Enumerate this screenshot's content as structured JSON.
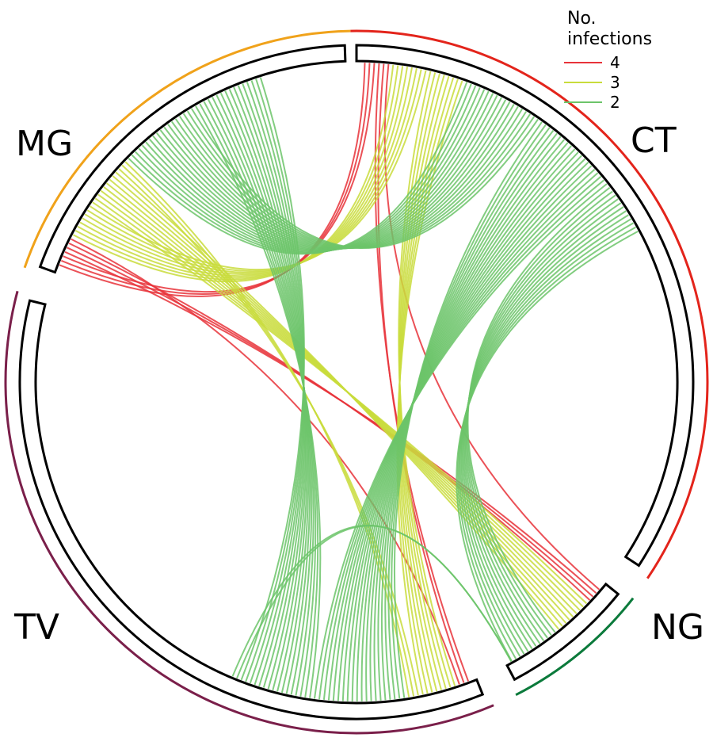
{
  "legend": {
    "title_line1": "No.",
    "title_line2": "infections",
    "items": [
      {
        "label": "4",
        "color": "#e8333a"
      },
      {
        "label": "3",
        "color": "#c9dc3c"
      },
      {
        "label": "2",
        "color": "#6cc46a"
      }
    ]
  },
  "segments": [
    {
      "id": "CT",
      "label": "CT",
      "outer_color": "#e3241b"
    },
    {
      "id": "NG",
      "label": "NG",
      "outer_color": "#0b7a3b"
    },
    {
      "id": "TV",
      "label": "TV",
      "outer_color": "#7a1f4a"
    },
    {
      "id": "MG",
      "label": "MG",
      "outer_color": "#f0a21a"
    }
  ],
  "chords": [
    {
      "from": "CT",
      "to": "MG",
      "infections": 4,
      "count": 3
    },
    {
      "from": "CT",
      "to": "TV",
      "infections": 4,
      "count": 2
    },
    {
      "from": "CT",
      "to": "NG",
      "infections": 4,
      "count": 1
    },
    {
      "from": "MG",
      "to": "NG",
      "infections": 4,
      "count": 3
    },
    {
      "from": "MG",
      "to": "TV",
      "infections": 4,
      "count": 1
    },
    {
      "from": "CT",
      "to": "MG",
      "infections": 3,
      "count": 8
    },
    {
      "from": "CT",
      "to": "TV",
      "infections": 3,
      "count": 8
    },
    {
      "from": "MG",
      "to": "NG",
      "infections": 3,
      "count": 9
    },
    {
      "from": "MG",
      "to": "TV",
      "infections": 3,
      "count": 3
    },
    {
      "from": "CT",
      "to": "MG",
      "infections": 2,
      "count": 18
    },
    {
      "from": "CT",
      "to": "TV",
      "infections": 2,
      "count": 20
    },
    {
      "from": "CT",
      "to": "NG",
      "infections": 2,
      "count": 12
    },
    {
      "from": "MG",
      "to": "TV",
      "infections": 2,
      "count": 16
    },
    {
      "from": "TV",
      "to": "NG",
      "infections": 2,
      "count": 2
    }
  ]
}
